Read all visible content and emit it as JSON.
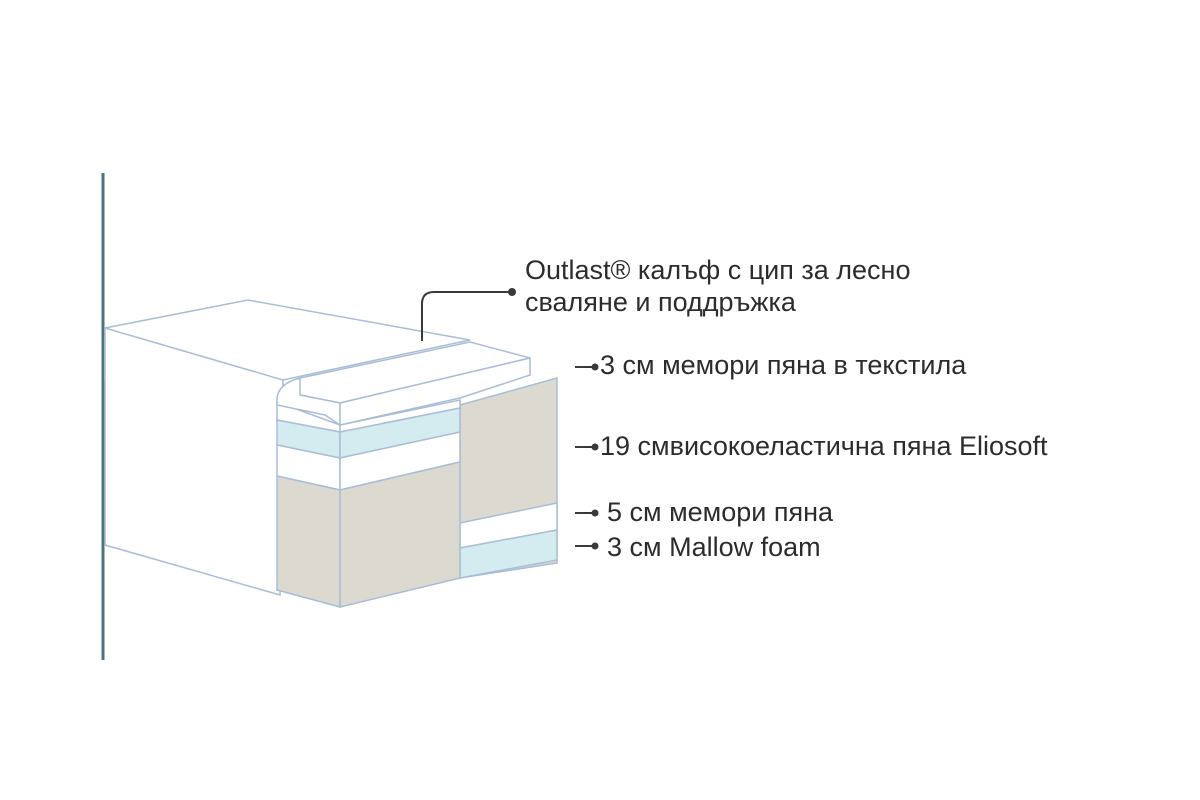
{
  "callouts": {
    "cover": {
      "line1": "Outlast® калъф с цип за лесно",
      "line2": "сваляне и поддръжка"
    },
    "memory_textile": "3 см мемори пяна в текстила",
    "eliosoft": "19 смвисокоеластична пяна Eliosoft",
    "memory_foam": "5 см мемори пяна",
    "mallow_foam": "3 см Mallow foam"
  },
  "colors": {
    "outline": "#a9bdd6",
    "frame_line": "#4b7380",
    "leader": "#3a3a3a",
    "foam_beige": "#dcd9d0",
    "foam_aqua": "#d4ecef",
    "white": "#ffffff",
    "text": "#2c2c2c"
  }
}
